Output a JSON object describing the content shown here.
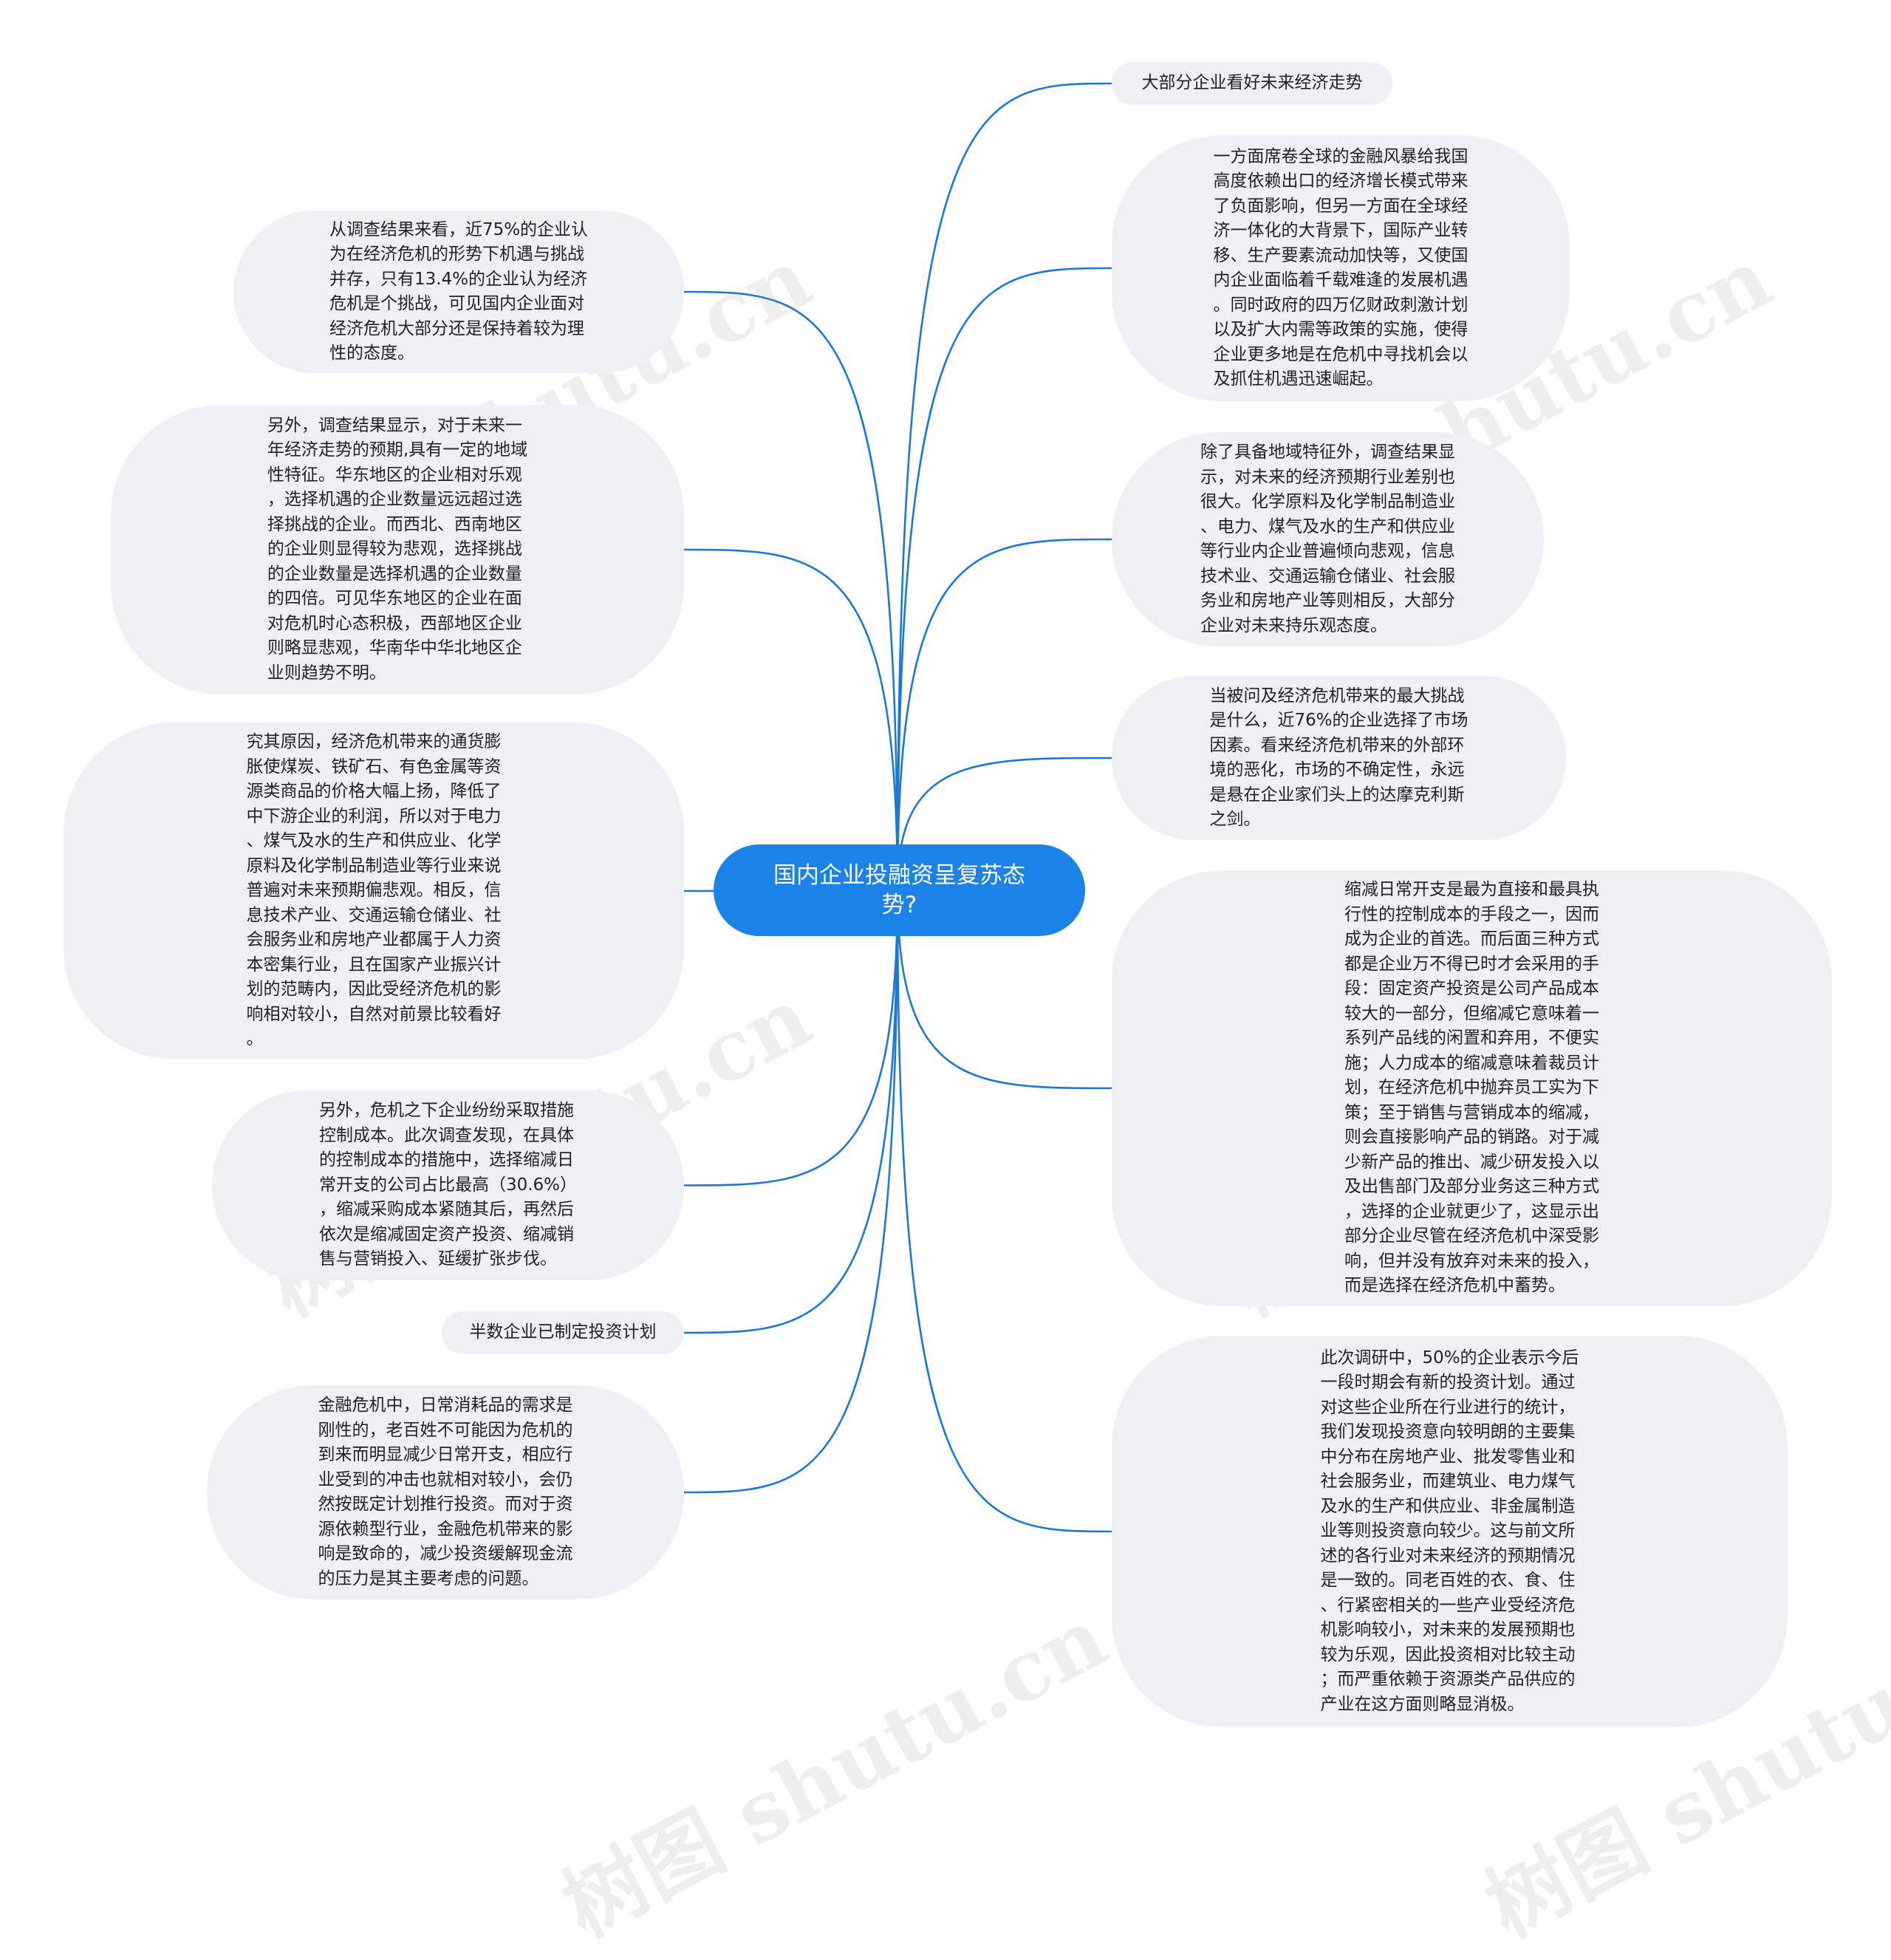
{
  "root": {
    "title": "国内企业投融资呈复苏态\n势?"
  },
  "colors": {
    "accent": "#1b82ea",
    "node_bg": "#eef0f3",
    "connector": "#1b78d8",
    "text": "#222222"
  },
  "watermark": "树图 shutu.cn",
  "right_nodes": [
    {
      "text": "大部分企业看好未来经济走势"
    },
    {
      "text": "一方面席卷全球的金融风暴给我国\n高度依赖出口的经济增长模式带来\n了负面影响，但另一方面在全球经\n济一体化的大背景下，国际产业转\n移、生产要素流动加快等，又使国\n内企业面临着千载难逢的发展机遇\n。同时政府的四万亿财政刺激计划\n以及扩大内需等政策的实施，使得\n企业更多地是在危机中寻找机会以\n及抓住机遇迅速崛起。"
    },
    {
      "text": "除了具备地域特征外，调查结果显\n示，对未来的经济预期行业差别也\n很大。化学原料及化学制品制造业\n、电力、煤气及水的生产和供应业\n等行业内企业普遍倾向悲观，信息\n技术业、交通运输仓储业、社会服\n务业和房地产业等则相反，大部分\n企业对未来持乐观态度。"
    },
    {
      "text": "当被问及经济危机带来的最大挑战\n是什么，近76%的企业选择了市场\n因素。看来经济危机带来的外部环\n境的恶化，市场的不确定性，永远\n是悬在企业家们头上的达摩克利斯\n之剑。"
    },
    {
      "text": "缩减日常开支是最为直接和最具执\n行性的控制成本的手段之一，因而\n成为企业的首选。而后面三种方式\n都是企业万不得已时才会采用的手\n段：固定资产投资是公司产品成本\n较大的一部分，但缩减它意味着一\n系列产品线的闲置和弃用，不便实\n施；人力成本的缩减意味着裁员计\n划，在经济危机中抛弃员工实为下\n策；至于销售与营销成本的缩减，\n则会直接影响产品的销路。对于减\n少新产品的推出、减少研发投入以\n及出售部门及部分业务这三种方式\n，选择的企业就更少了，这显示出\n部分企业尽管在经济危机中深受影\n响，但并没有放弃对未来的投入，\n而是选择在经济危机中蓄势。"
    },
    {
      "text": "此次调研中，50%的企业表示今后\n一段时期会有新的投资计划。通过\n对这些企业所在行业进行的统计，\n我们发现投资意向较明朗的主要集\n中分布在房地产业、批发零售业和\n社会服务业，而建筑业、电力煤气\n及水的生产和供应业、非金属制造\n业等则投资意向较少。这与前文所\n述的各行业对未来经济的预期情况\n是一致的。同老百姓的衣、食、住\n、行紧密相关的一些产业受经济危\n机影响较小，对未来的发展预期也\n较为乐观，因此投资相对比较主动\n；而严重依赖于资源类产品供应的\n产业在这方面则略显消极。"
    }
  ],
  "left_nodes": [
    {
      "text": "从调查结果来看，近75%的企业认\n为在经济危机的形势下机遇与挑战\n并存，只有13.4%的企业认为经济\n危机是个挑战，可见国内企业面对\n经济危机大部分还是保持着较为理\n性的态度。"
    },
    {
      "text": "另外，调查结果显示，对于未来一\n年经济走势的预期,具有一定的地域\n性特征。华东地区的企业相对乐观\n，选择机遇的企业数量远远超过选\n择挑战的企业。而西北、西南地区\n的企业则显得较为悲观，选择挑战\n的企业数量是选择机遇的企业数量\n的四倍。可见华东地区的企业在面\n对危机时心态积极，西部地区企业\n则略显悲观，华南华中华北地区企\n业则趋势不明。"
    },
    {
      "text": "究其原因，经济危机带来的通货膨\n胀使煤炭、铁矿石、有色金属等资\n源类商品的价格大幅上扬，降低了\n中下游企业的利润，所以对于电力\n、煤气及水的生产和供应业、化学\n原料及化学制品制造业等行业来说\n普遍对未来预期偏悲观。相反，信\n息技术产业、交通运输仓储业、社\n会服务业和房地产业都属于人力资\n本密集行业，且在国家产业振兴计\n划的范畴内，因此受经济危机的影\n响相对较小，自然对前景比较看好\n。"
    },
    {
      "text": "另外，危机之下企业纷纷采取措施\n控制成本。此次调查发现，在具体\n的控制成本的措施中，选择缩减日\n常开支的公司占比最高（30.6%）\n，缩减采购成本紧随其后，再然后\n依次是缩减固定资产投资、缩减销\n售与营销投入、延缓扩张步伐。"
    },
    {
      "text": "半数企业已制定投资计划"
    },
    {
      "text": "金融危机中，日常消耗品的需求是\n刚性的，老百姓不可能因为危机的\n到来而明显减少日常开支，相应行\n业受到的冲击也就相对较小，会仍\n然按既定计划推行投资。而对于资\n源依赖型行业，金融危机带来的影\n响是致命的，减少投资缓解现金流\n的压力是其主要考虑的问题。"
    }
  ]
}
